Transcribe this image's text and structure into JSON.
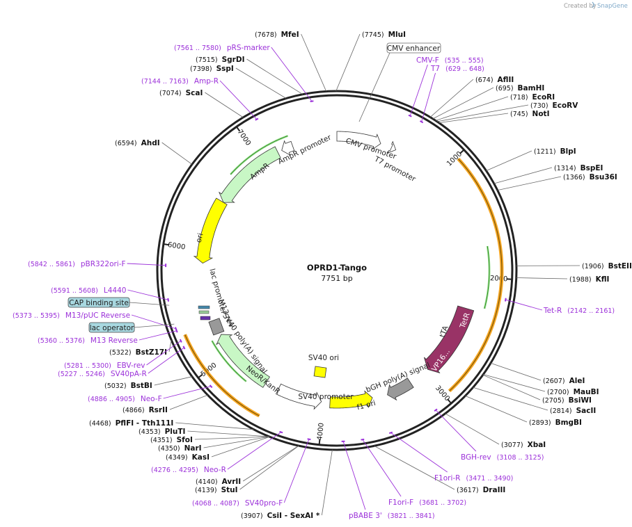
{
  "header": {
    "credit_prefix": "Created by",
    "credit_brand": "SnapGene"
  },
  "plasmid": {
    "name": "OPRD1-Tango",
    "length": "7751 bp"
  },
  "ticks": [
    "1000",
    "2000",
    "3000",
    "4000",
    "5000",
    "6000",
    "7000"
  ],
  "sites": [
    {
      "name": "MfeI",
      "pos": "(7678)"
    },
    {
      "name": "MluI",
      "pos": "(7745)"
    },
    {
      "name": "SgrDI",
      "pos": "(7515)"
    },
    {
      "name": "SspI",
      "pos": "(7398)"
    },
    {
      "name": "ScaI",
      "pos": "(7074)"
    },
    {
      "name": "AhdI",
      "pos": "(6594)"
    },
    {
      "name": "AflII",
      "pos": "(674)"
    },
    {
      "name": "BamHI",
      "pos": "(695)"
    },
    {
      "name": "EcoRI",
      "pos": "(718)"
    },
    {
      "name": "EcoRV",
      "pos": "(730)"
    },
    {
      "name": "NotI",
      "pos": "(745)"
    },
    {
      "name": "BlpI",
      "pos": "(1211)"
    },
    {
      "name": "BspEI",
      "pos": "(1314)"
    },
    {
      "name": "Bsu36I",
      "pos": "(1366)"
    },
    {
      "name": "BstEII",
      "pos": "(1906)"
    },
    {
      "name": "KflI",
      "pos": "(1988)"
    },
    {
      "name": "AleI",
      "pos": "(2607)"
    },
    {
      "name": "MauBI",
      "pos": "(2700)"
    },
    {
      "name": "BsiWI",
      "pos": "(2705)"
    },
    {
      "name": "SacII",
      "pos": "(2814)"
    },
    {
      "name": "BmgBI",
      "pos": "(2893)"
    },
    {
      "name": "XbaI",
      "pos": "(3077)"
    },
    {
      "name": "DraIII",
      "pos": "(3617)"
    },
    {
      "name": "BstZ17I",
      "pos": "(5322)"
    },
    {
      "name": "BstBI",
      "pos": "(5032)"
    },
    {
      "name": "RsrII",
      "pos": "(4866)"
    },
    {
      "name": "PflFI - Tth111I",
      "pos": "(4468)"
    },
    {
      "name": "PluTI",
      "pos": "(4353)"
    },
    {
      "name": "SfoI",
      "pos": "(4351)"
    },
    {
      "name": "NarI",
      "pos": "(4350)"
    },
    {
      "name": "KasI",
      "pos": "(4349)"
    },
    {
      "name": "AvrII",
      "pos": "(4140)"
    },
    {
      "name": "StuI",
      "pos": "(4139)"
    },
    {
      "name": "CsiI - SexAI *",
      "pos": "(3907)"
    }
  ],
  "primers": [
    {
      "name": "pRS-marker",
      "range": "(7561 .. 7580)"
    },
    {
      "name": "Amp-R",
      "range": "(7144 .. 7163)"
    },
    {
      "name": "CMV-F",
      "range": "(535 .. 555)"
    },
    {
      "name": "T7",
      "range": "(629 .. 648)"
    },
    {
      "name": "pBR322ori-F",
      "range": "(5842 .. 5861)"
    },
    {
      "name": "L4440",
      "range": "(5591 .. 5608)"
    },
    {
      "name": "M13/pUC Reverse",
      "range": "(5373 .. 5395)"
    },
    {
      "name": "M13 Reverse",
      "range": "(5360 .. 5376)"
    },
    {
      "name": "EBV-rev",
      "range": "(5281 .. 5300)"
    },
    {
      "name": "SV40pA-R",
      "range": "(5227 .. 5246)"
    },
    {
      "name": "Neo-F",
      "range": "(4886 .. 4905)"
    },
    {
      "name": "Neo-R",
      "range": "(4276 .. 4295)"
    },
    {
      "name": "SV40pro-F",
      "range": "(4068 .. 4087)"
    },
    {
      "name": "Tet-R",
      "range": "(2142 .. 2161)"
    },
    {
      "name": "BGH-rev",
      "range": "(3108 .. 3125)"
    },
    {
      "name": "F1ori-R",
      "range": "(3471 .. 3490)"
    },
    {
      "name": "F1ori-F",
      "range": "(3681 .. 3702)"
    },
    {
      "name": "pBABE 3'",
      "range": "(3821 .. 3841)"
    }
  ],
  "boxed_labels": {
    "cmv_enhancer": "CMV enhancer",
    "cap_binding": "CAP binding site",
    "lac_operator": "lac operator"
  },
  "features": {
    "cmv_promoter": "CMV promoter",
    "t7_promoter": "T7 promoter",
    "ampr_promoter": "AmpR promoter",
    "ampr": "AmpR",
    "ori": "ori",
    "lac_promoter": "lac promoter",
    "m13_rev": "M13 rev",
    "sv40_polya": "SV40 poly(A) signal",
    "neo": "NeoR/KanR",
    "sv40_promoter": "SV40 promoter",
    "sv40_ori": "SV40 ori",
    "f1_ori": "f1 ori",
    "bgh_polya": "bGH poly(A) signal",
    "tta": "tTA",
    "tetr": "TetR",
    "vp16": "VP16..."
  },
  "colors": {
    "backbone": "#222222",
    "promoter": "#ffffff",
    "ampr": "#c8f7c5",
    "ori": "#ffff00",
    "f1ori": "#ffff00",
    "tta": "#993366",
    "polya": "#999999",
    "sv40ori": "#ffff00",
    "orange_track": "#f5a623",
    "green_track": "#2e8b20",
    "primer": "#9b30d9",
    "boxed_fill": "#a8d8e0"
  }
}
